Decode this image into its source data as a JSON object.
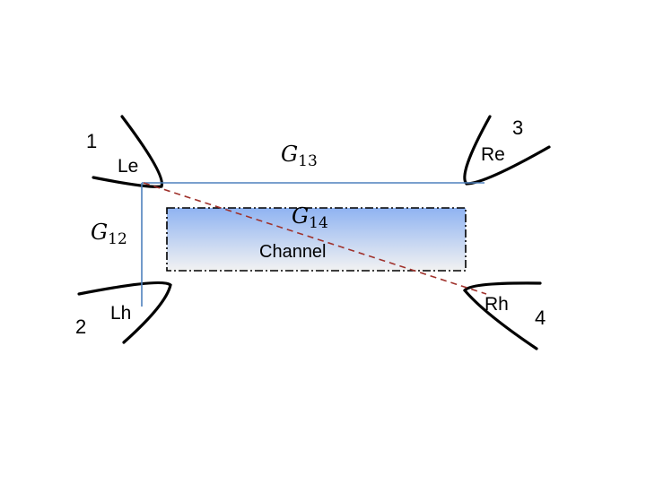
{
  "terminals": [
    {
      "id": "t1",
      "number": "1",
      "label": "Le"
    },
    {
      "id": "t2",
      "number": "2",
      "label": "Lh"
    },
    {
      "id": "t3",
      "number": "3",
      "label": "Re"
    },
    {
      "id": "t4",
      "number": "4",
      "label": "Rh"
    }
  ],
  "conductances": {
    "g12": {
      "symbol": "G",
      "sub": "12"
    },
    "g13": {
      "symbol": "G",
      "sub": "13"
    },
    "g14": {
      "symbol": "G",
      "sub": "14"
    }
  },
  "channel": {
    "label": "Channel"
  },
  "colors": {
    "channel_top": "#8fb3f2",
    "channel_bottom": "#f2f2f2",
    "path_solid": "#4f81bd",
    "path_dashed": "#a0322c",
    "contour": "#000000"
  }
}
